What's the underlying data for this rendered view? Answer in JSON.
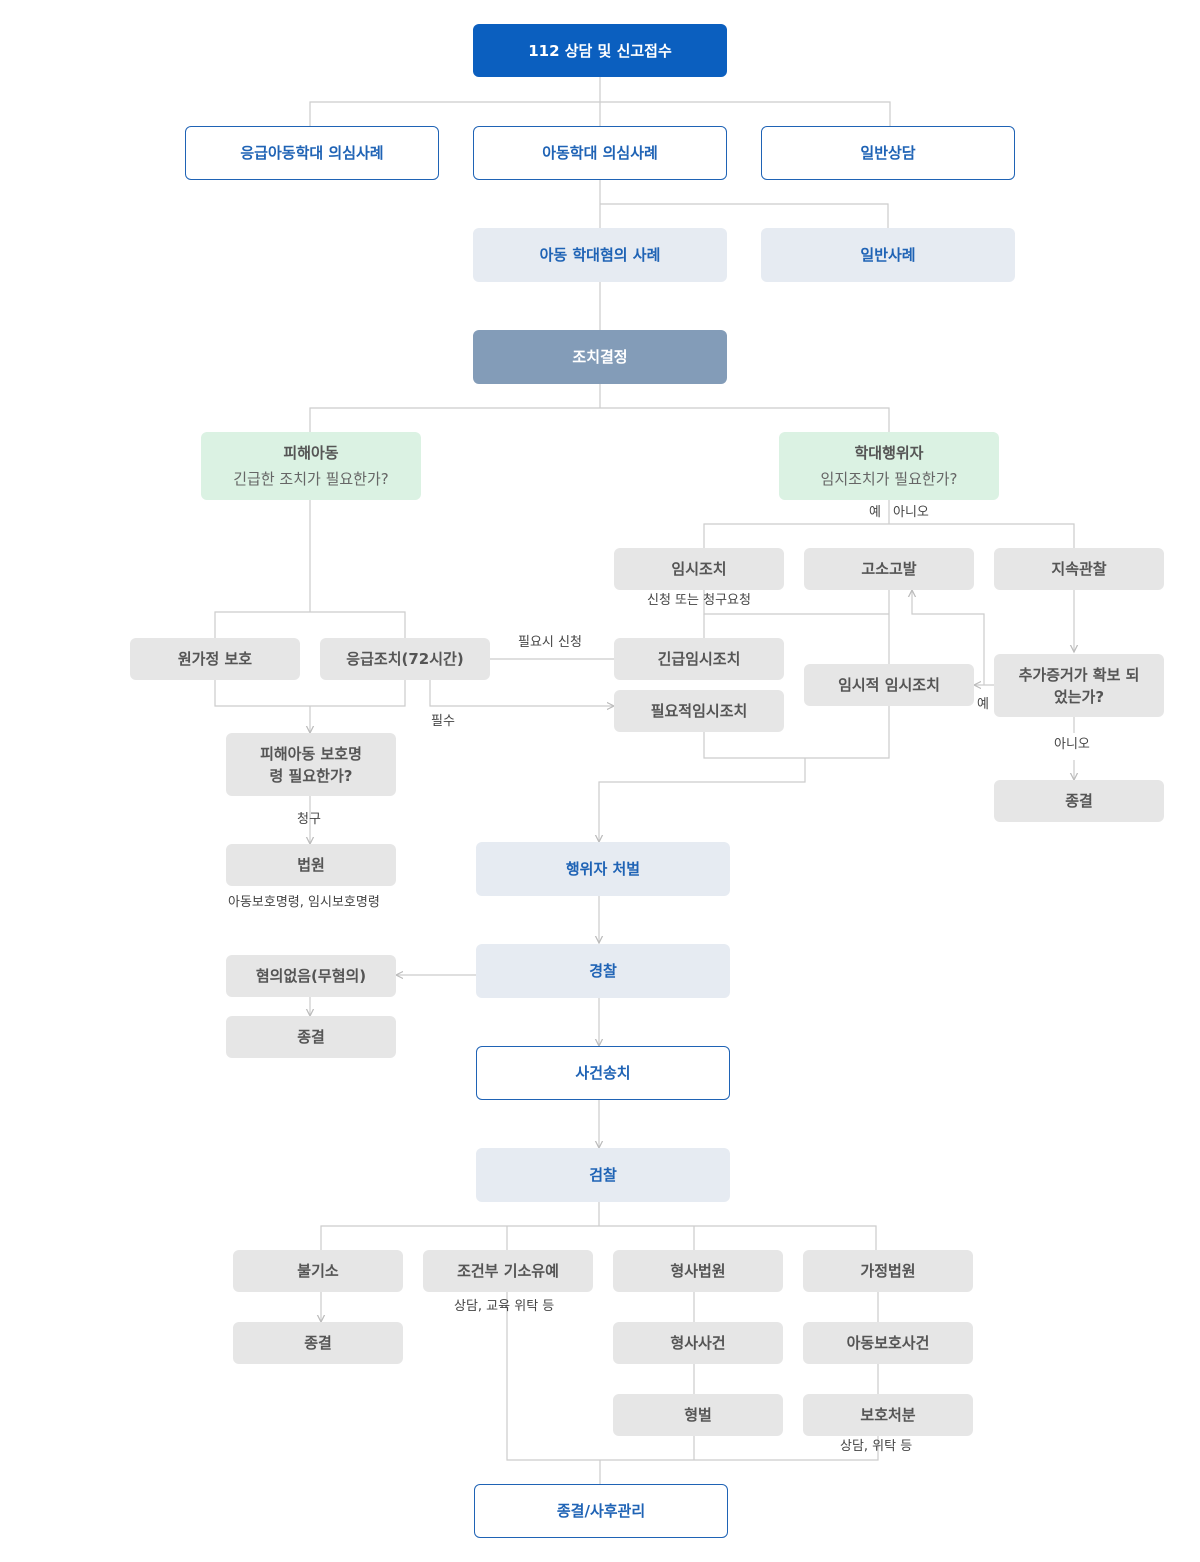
{
  "nodes": {
    "intake": "112 상담 및 신고접수",
    "emergency_suspect": "응급아동학대 의심사례",
    "abuse_suspect": "아동학대 의심사례",
    "general_counsel": "일반상담",
    "abuse_case": "아동 학대혐의 사례",
    "general_case": "일반사례",
    "decision": "조치결정",
    "victim_title": "피해아동",
    "victim_question": "긴급한 조치가 필요한가?",
    "abuser_title": "학대행위자",
    "abuser_question": "임지조치가 필요한가?",
    "temp_measure": "임시조치",
    "complaint": "고소고발",
    "observe": "지속관찰",
    "home_protect": "원가정 보호",
    "emergency_72": "응급조치(72시간)",
    "urgent_temp": "긴급임시조치",
    "required_temp": "필요적임시조치",
    "provisional_temp": "임시적 임시조치",
    "extra_evidence": "추가증거가 확보 되었는가?",
    "close_observe": "종결",
    "protection_order_q": "피해아동 보호명령 필요한가?",
    "court": "법원",
    "punish": "행위자 처벌",
    "police": "경찰",
    "no_charge": "혐의없음(무혐의)",
    "close_police": "종결",
    "transfer": "사건송치",
    "prosecution": "검찰",
    "non_indict": "불기소",
    "conditional": "조건부 기소유예",
    "criminal_court": "형사법원",
    "family_court": "가정법원",
    "close_nonindict": "종결",
    "criminal_case": "형사사건",
    "child_protection_case": "아동보호사건",
    "penalty": "형벌",
    "protective_disposition": "보호처분",
    "final": "종결/사후관리"
  },
  "labels": {
    "yes": "예",
    "no": "아니오",
    "apply_or_request": "신청 또는 청구요청",
    "apply_if_needed": "필요시 신청",
    "mandatory": "필수",
    "yes_side": "예",
    "no_under": "아니오",
    "claim": "청구",
    "orders": "아동보호명령, 임시보호명령",
    "counsel_edu": "상담, 교육 위탁 등",
    "counsel_consign": "상담, 위탁 등"
  },
  "colors": {
    "primary": "#0b5fbf",
    "outline": "#1f63b5",
    "light_fill": "#e6ebf2",
    "slate": "#839cb8",
    "green_fill": "#dbf2e3",
    "gray_fill": "#e6e6e6",
    "line": "#cccccc"
  }
}
